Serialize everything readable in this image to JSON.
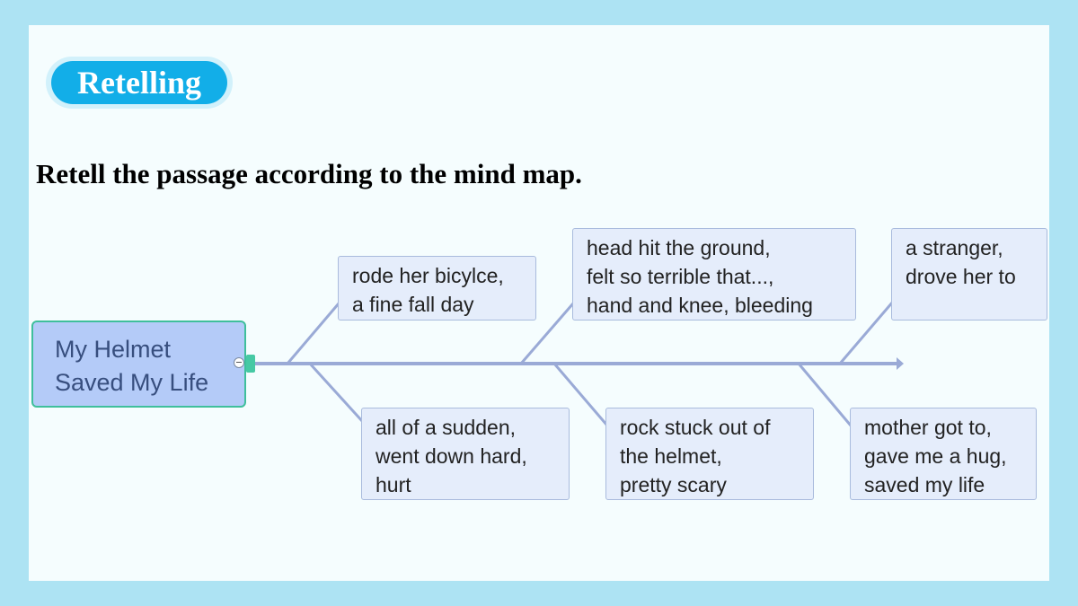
{
  "badge": {
    "label": "Retelling"
  },
  "instruction": "Retell the passage according to the mind map.",
  "mind_map": {
    "central": "My Helmet\nSaved My Life",
    "nodes": [
      {
        "id": "n1",
        "text": "rode her bicylce,\na fine fall day"
      },
      {
        "id": "n2",
        "text": "all of a sudden,\nwent down hard,\nhurt"
      },
      {
        "id": "n3",
        "text": "head hit the ground,\nfelt so terrible that...,\nhand and knee, bleeding"
      },
      {
        "id": "n4",
        "text": "rock stuck out of\nthe helmet,\npretty scary"
      },
      {
        "id": "n5",
        "text": "a stranger,\ndrove her to"
      },
      {
        "id": "n6",
        "text": "mother got to,\ngave me a hug,\nsaved my life"
      }
    ]
  },
  "colors": {
    "frame": "#ade3f3",
    "badge": "#12aee8",
    "central_fill": "#b4cbf8",
    "central_border": "#3fbf9c",
    "node_fill": "#e5edfb",
    "spine": "#9aaad6"
  }
}
